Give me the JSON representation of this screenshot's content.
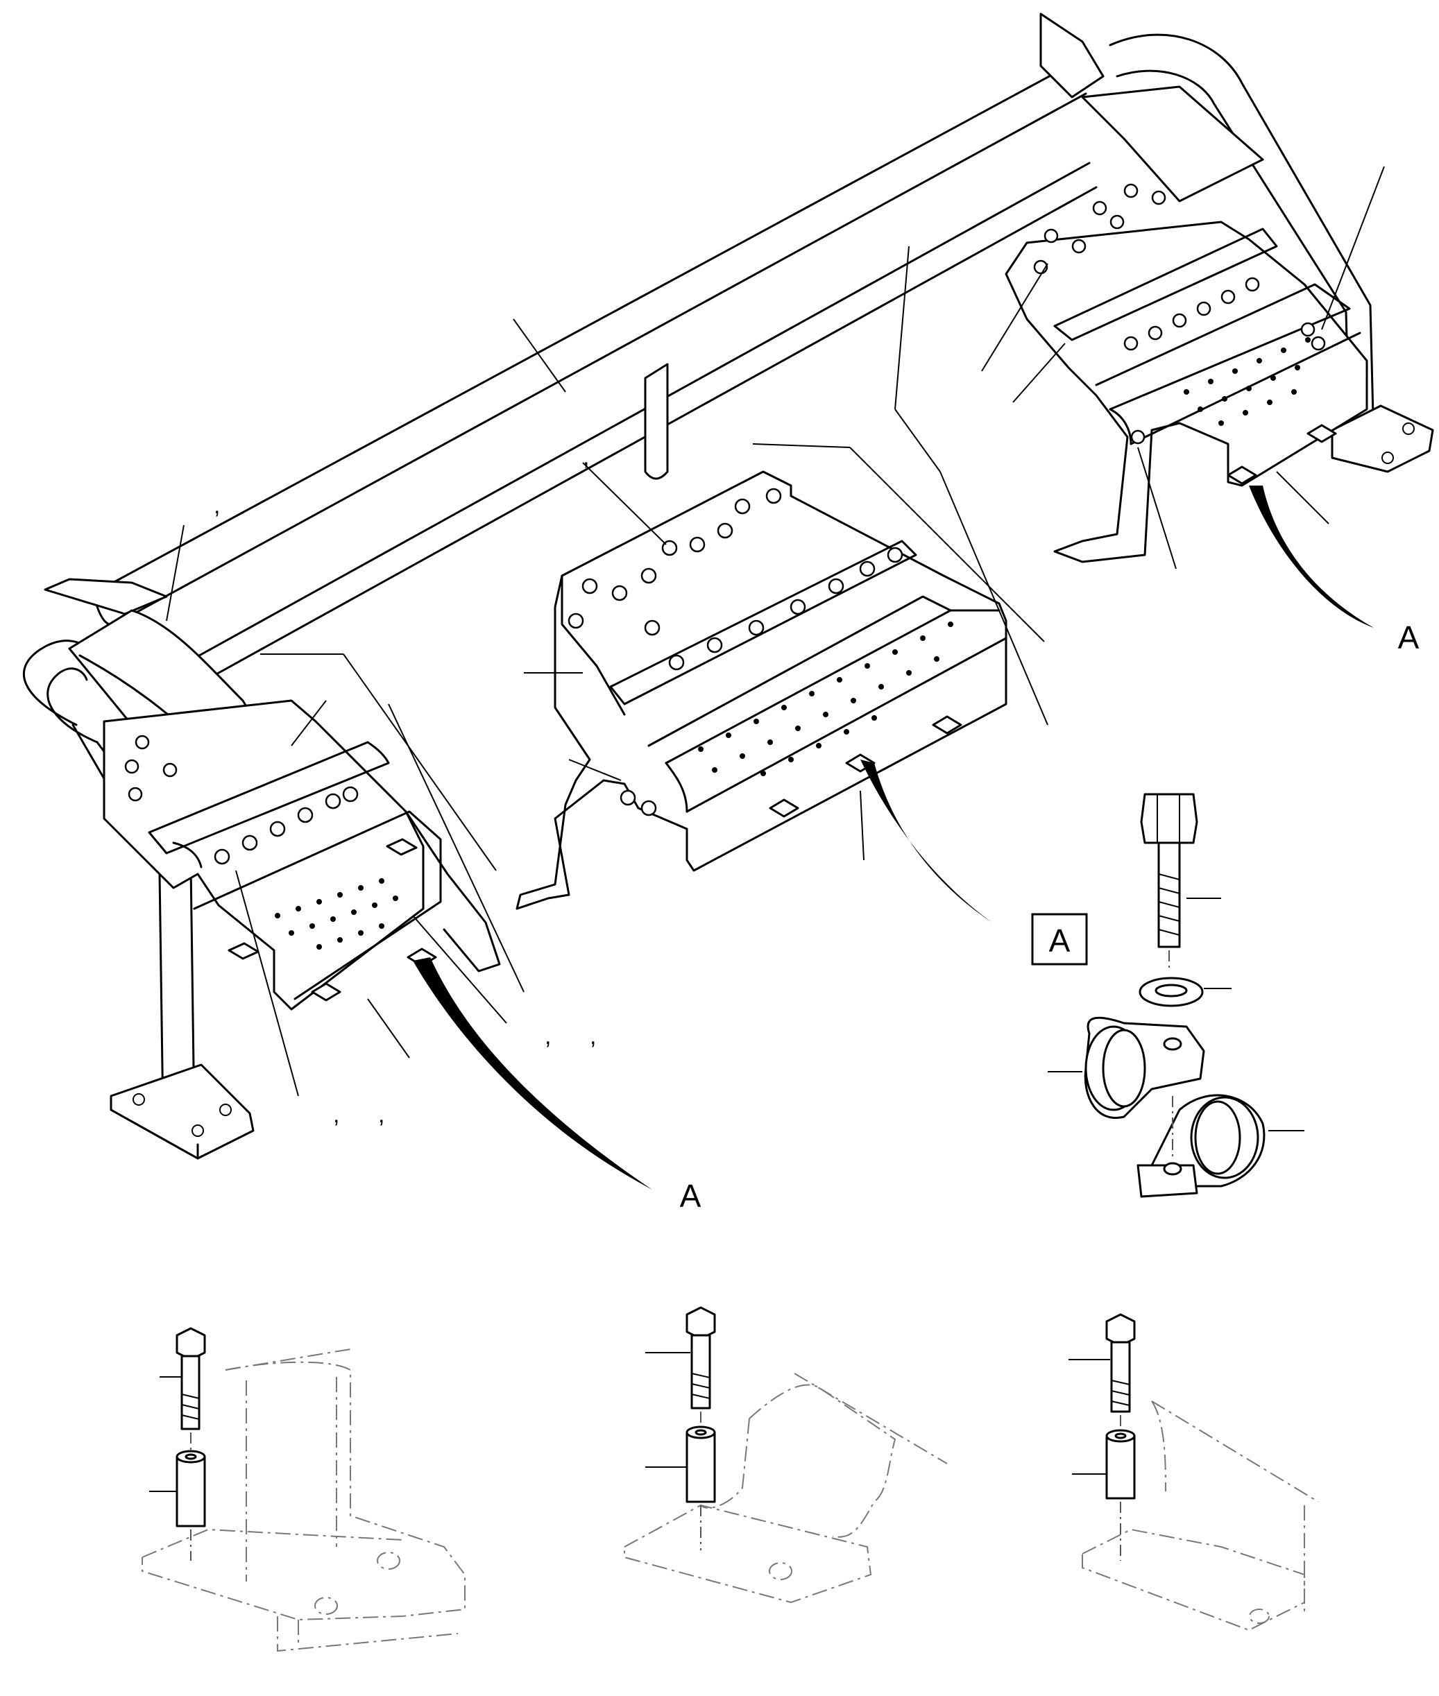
{
  "detail_marker": "A",
  "callout_a_left": "A",
  "callout_a_center": "A",
  "callout_a_right": "A",
  "commas": {
    "c1": ",",
    "c2": ",",
    "c3": ",",
    "c4": ",",
    "c5": ",",
    "c6": ","
  }
}
